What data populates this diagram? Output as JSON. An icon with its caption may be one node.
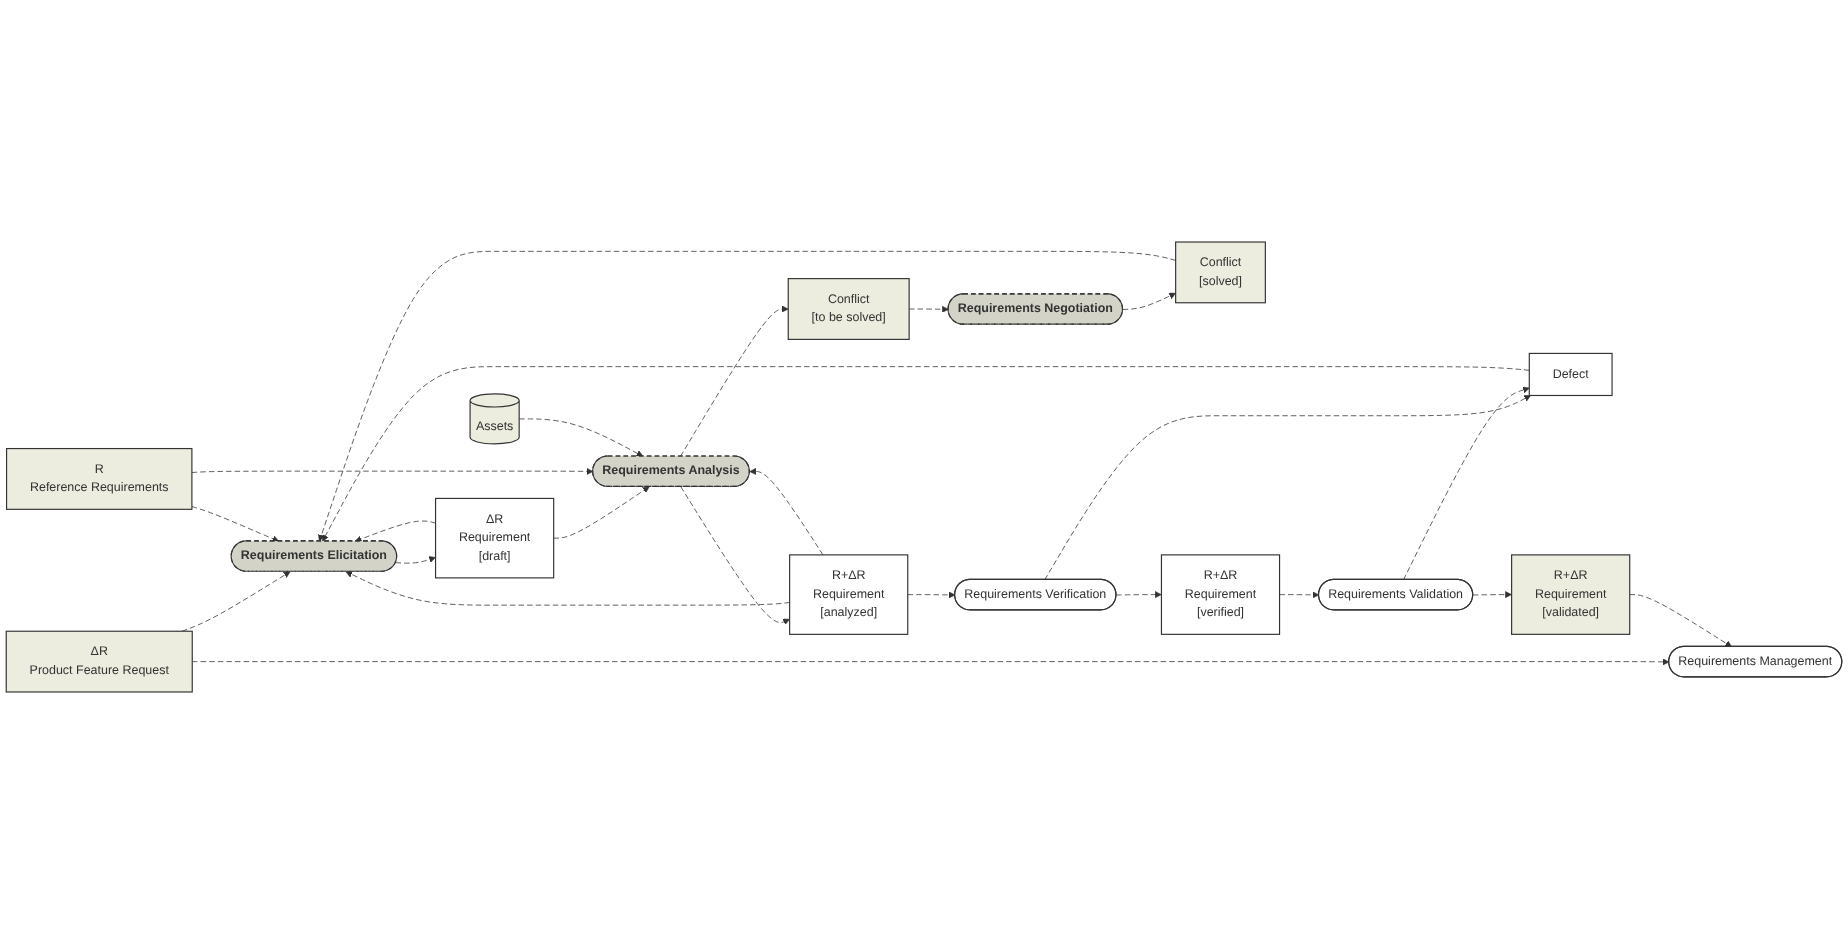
{
  "diagram": {
    "nodes": [
      {
        "text": [
          "ΔR",
          "Product Feature Request"
        ]
      },
      {
        "text": [
          "Requirements Elicitation"
        ]
      },
      {
        "text": [
          "ΔR",
          "Requirement",
          "[draft]"
        ]
      },
      {
        "text": [
          "Conflict",
          "[solved]"
        ]
      },
      {
        "text": [
          "R",
          "Reference Requirements"
        ]
      },
      {
        "text": [
          "Requirements Analysis"
        ]
      },
      {
        "text": [
          "R+ΔR",
          "Requirement",
          "[analyzed]"
        ]
      },
      {
        "text": [
          "Defect"
        ]
      },
      {
        "text": [
          "Requirements Negotiation"
        ]
      },
      {
        "text": [
          "Assets"
        ]
      },
      {
        "text": [
          "Requirements Verification"
        ]
      },
      {
        "text": [
          "R+ΔR",
          "Requirement",
          "[verified]"
        ]
      },
      {
        "text": [
          "Conflict",
          "[to be solved]"
        ]
      },
      {
        "text": [
          "Requirements Validation"
        ]
      },
      {
        "text": [
          "Requirements Management"
        ]
      },
      {
        "text": [
          "R+ΔR",
          "Requirement",
          "[validated]"
        ]
      }
    ],
    "edges": [
      {
        "from": 0,
        "to": 1,
        "arrow": "to",
        "style": "dashed"
      },
      {
        "from": 0,
        "to": 14,
        "arrow": "to",
        "style": "dashed"
      },
      {
        "from": 7,
        "to": 1,
        "arrow": "to",
        "style": "dashed"
      },
      {
        "from": 6,
        "to": 1,
        "arrow": "to",
        "style": "dashed"
      },
      {
        "from": 2,
        "to": 1,
        "arrow": "to",
        "style": "dashed"
      },
      {
        "from": 3,
        "to": 1,
        "arrow": "to",
        "style": "dashed"
      },
      {
        "from": 4,
        "to": 1,
        "arrow": "to",
        "style": "dashed"
      },
      {
        "from": 1,
        "to": 2,
        "arrow": "to",
        "style": "dashed"
      },
      {
        "from": 2,
        "to": 5,
        "arrow": "to",
        "style": "dashed"
      },
      {
        "from": 4,
        "to": 5,
        "arrow": "to",
        "style": "dashed"
      },
      {
        "from": 9,
        "to": 5,
        "arrow": "to",
        "style": "dashed"
      },
      {
        "from": 5,
        "to": 6,
        "arrow": "to",
        "style": "dashed"
      },
      {
        "from": 6,
        "to": 5,
        "arrow": "to",
        "style": "dashed"
      },
      {
        "from": 5,
        "to": 12,
        "arrow": "to",
        "style": "dashed"
      },
      {
        "from": 12,
        "to": 8,
        "arrow": "to",
        "style": "dashed"
      },
      {
        "from": 8,
        "to": 3,
        "arrow": "to",
        "style": "dashed"
      },
      {
        "from": 6,
        "to": 10,
        "arrow": "to",
        "style": "dashed"
      },
      {
        "from": 10,
        "to": 7,
        "arrow": "to",
        "style": "dashed"
      },
      {
        "from": 10,
        "to": 11,
        "arrow": "to",
        "style": "dashed"
      },
      {
        "from": 11,
        "to": 13,
        "arrow": "to",
        "style": "dashed"
      },
      {
        "from": 13,
        "to": 7,
        "arrow": "to",
        "style": "dashed"
      },
      {
        "from": 13,
        "to": 15,
        "arrow": "to",
        "style": "dashed"
      },
      {
        "from": 15,
        "to": 14,
        "arrow": "to",
        "style": "dashed"
      }
    ]
  }
}
